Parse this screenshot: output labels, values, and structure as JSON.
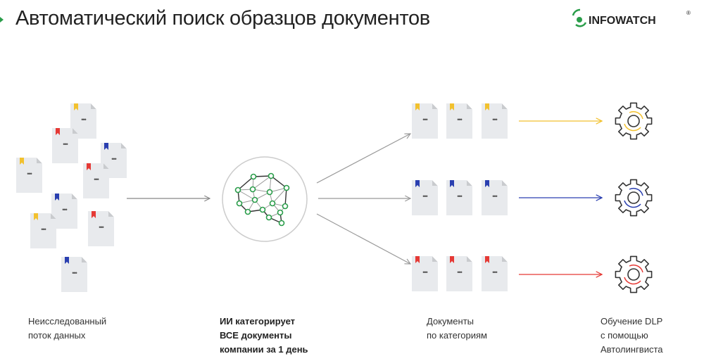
{
  "title": "Автоматический поиск образцов документов",
  "logo": {
    "text": "INFOWATCH",
    "reg": "®"
  },
  "colors": {
    "yellow": "#f2c12e",
    "red": "#e53935",
    "blue": "#2a3fb0",
    "green": "#2a9d4a"
  },
  "doc_glyph": "•••",
  "input_docs": [
    "yellow",
    "red",
    "blue",
    "yellow",
    "red",
    "blue",
    "yellow",
    "red",
    "blue"
  ],
  "categories": [
    "yellow",
    "blue",
    "red"
  ],
  "labels": {
    "stream": [
      "Неисследованный",
      "поток данных"
    ],
    "ai": [
      "ИИ категорирует",
      "ВСЕ документы",
      "компании за 1 день"
    ],
    "categories": [
      "Документы",
      "по категориям"
    ],
    "dlp": [
      "Обучение DLP",
      "с помощью",
      "Автолингвиста"
    ]
  }
}
